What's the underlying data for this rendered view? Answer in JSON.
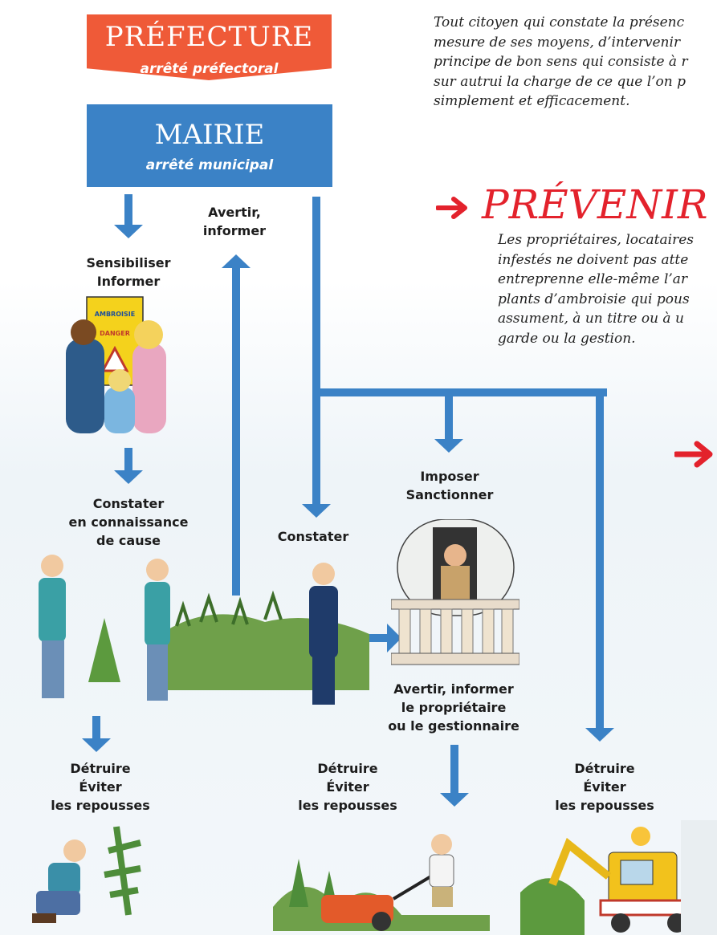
{
  "prefecture": {
    "title": "PRÉFECTURE",
    "subtitle": "arrêté préfectoral"
  },
  "mairie": {
    "title": "MAIRIE",
    "subtitle": "arrêté municipal"
  },
  "intro_paragraph": [
    "Tout citoyen qui constate la présenc",
    "mesure de ses moyens, d’intervenir",
    "principe de bon sens qui consiste à r",
    "sur autrui la charge de ce que l’on p",
    "simplement et efficacement."
  ],
  "section_heading": "PRÉVENIR l",
  "section_paragraph": [
    "Les propriétaires, locataires",
    "infestés ne doivent pas atte",
    "entreprenne elle-même l’ar",
    "plants d’ambroisie qui pous",
    "assument, à un titre ou à u",
    "garde ou la gestion."
  ],
  "labels": {
    "avertir": [
      "Avertir,",
      "informer"
    ],
    "sensibiliser": [
      "Sensibiliser",
      "Informer"
    ],
    "constater_cause": [
      "Constater",
      "en connaissance",
      "de cause"
    ],
    "constater": "Constater",
    "imposer": [
      "Imposer",
      "Sanctionner"
    ],
    "avertir_proprietaire": [
      "Avertir, informer",
      "le propriétaire",
      "ou le gestionnaire"
    ],
    "detruire_1": [
      "Détruire",
      "Éviter",
      "les repousses"
    ],
    "detruire_2": [
      "Détruire",
      "Éviter",
      "les repousses"
    ],
    "detruire_3": [
      "Détruire",
      "Éviter",
      "les repousses"
    ]
  },
  "poster_text": [
    "AMBROISIE",
    "DANGER"
  ],
  "colors": {
    "prefecture": "#ef5a38",
    "mairie": "#3b82c6",
    "arrow": "#3b82c6",
    "accent_red": "#e3222c"
  }
}
